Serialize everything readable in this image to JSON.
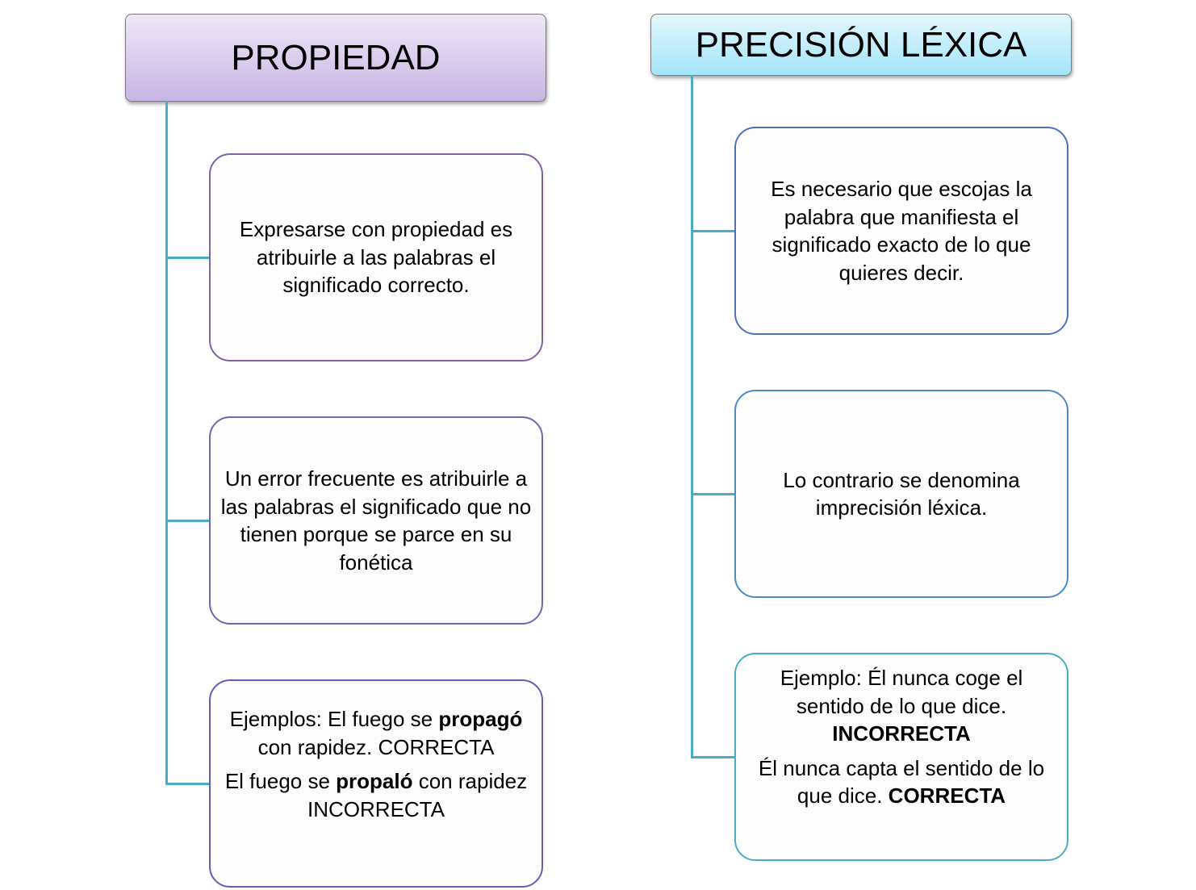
{
  "left": {
    "title": "PROPIEDAD",
    "boxes": [
      {
        "text": "Expresarse con propiedad es atribuirle a las palabras el significado correcto."
      },
      {
        "text": "Un error frecuente es atribuirle a las palabras el significado que no tienen porque se parce en su fonética"
      },
      {
        "p1a": "Ejemplos: El fuego se ",
        "p1b": "propagó",
        "p1c": " con rapidez.  CORRECTA",
        "p2a": "El fuego se ",
        "p2b": "propaló",
        "p2c": " con rapidez INCORRECTA"
      }
    ]
  },
  "right": {
    "title": "PRECISIÓN LÉXICA",
    "boxes": [
      {
        "text": "Es necesario que escojas la palabra que manifiesta el significado exacto de lo que quieres decir."
      },
      {
        "text": "Lo contrario se denomina imprecisión léxica."
      },
      {
        "p1a": "Ejemplo: Él nunca coge el sentido de lo que dice.",
        "p1b": "INCORRECTA",
        "p2a": "Él nunca capta el sentido de lo que dice.  ",
        "p2b": "CORRECTA"
      }
    ]
  },
  "colors": {
    "connector": "#4bacc6"
  }
}
